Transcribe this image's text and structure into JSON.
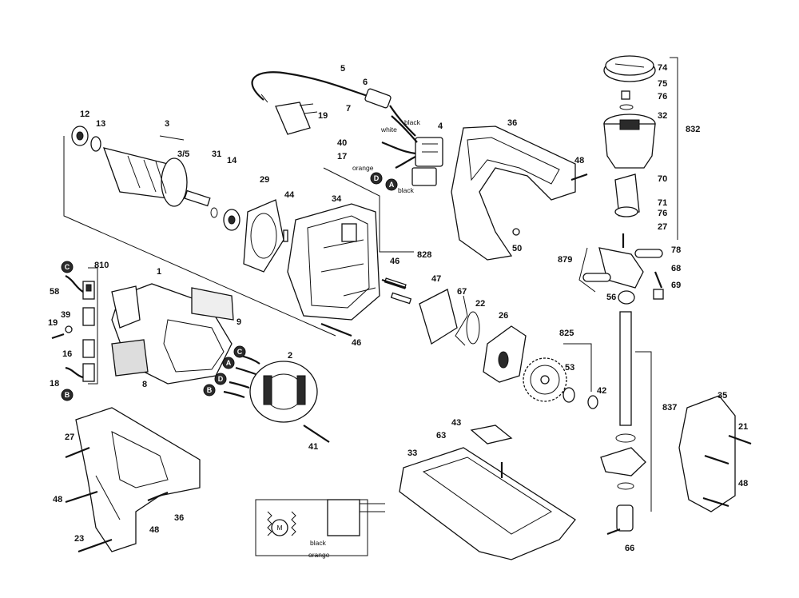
{
  "diagram": {
    "part_numbers": {
      "p1": "1",
      "p2": "2",
      "p3": "3",
      "p3_5": "3/5",
      "p4": "4",
      "p5": "5",
      "p6": "6",
      "p7": "7",
      "p8": "8",
      "p9": "9",
      "p12": "12",
      "p13": "13",
      "p14": "14",
      "p16": "16",
      "p17": "17",
      "p18": "18",
      "p19a": "19",
      "p19b": "19",
      "p21": "21",
      "p22": "22",
      "p23": "23",
      "p26": "26",
      "p27a": "27",
      "p27b": "27",
      "p29": "29",
      "p31": "31",
      "p32": "32",
      "p33": "33",
      "p34": "34",
      "p35": "35",
      "p36a": "36",
      "p36b": "36",
      "p39": "39",
      "p40": "40",
      "p41": "41",
      "p42": "42",
      "p43": "43",
      "p44": "44",
      "p46a": "46",
      "p46b": "46",
      "p47": "47",
      "p48a": "48",
      "p48b": "48",
      "p48c": "48",
      "p50": "50",
      "p53": "53",
      "p56": "56",
      "p58": "58",
      "p63": "63",
      "p66": "66",
      "p67": "67",
      "p68": "68",
      "p69": "69",
      "p70": "70",
      "p71": "71",
      "p74": "74",
      "p75": "75",
      "p76a": "76",
      "p76b": "76",
      "p78": "78",
      "p810": "810",
      "p825": "825",
      "p828": "828",
      "p832": "832",
      "p837": "837",
      "p879": "879"
    },
    "connector_labels": {
      "a1": "A",
      "a2": "A",
      "b1": "B",
      "b2": "B",
      "c1": "C",
      "c2": "C",
      "d1": "D",
      "d2": "D"
    },
    "wire_labels": {
      "white": "white",
      "black_top": "black",
      "orange_top": "orange",
      "black_a": "black",
      "black_schematic": "black",
      "orange_schematic": "orange"
    },
    "schematic": {
      "motor": "M"
    }
  }
}
